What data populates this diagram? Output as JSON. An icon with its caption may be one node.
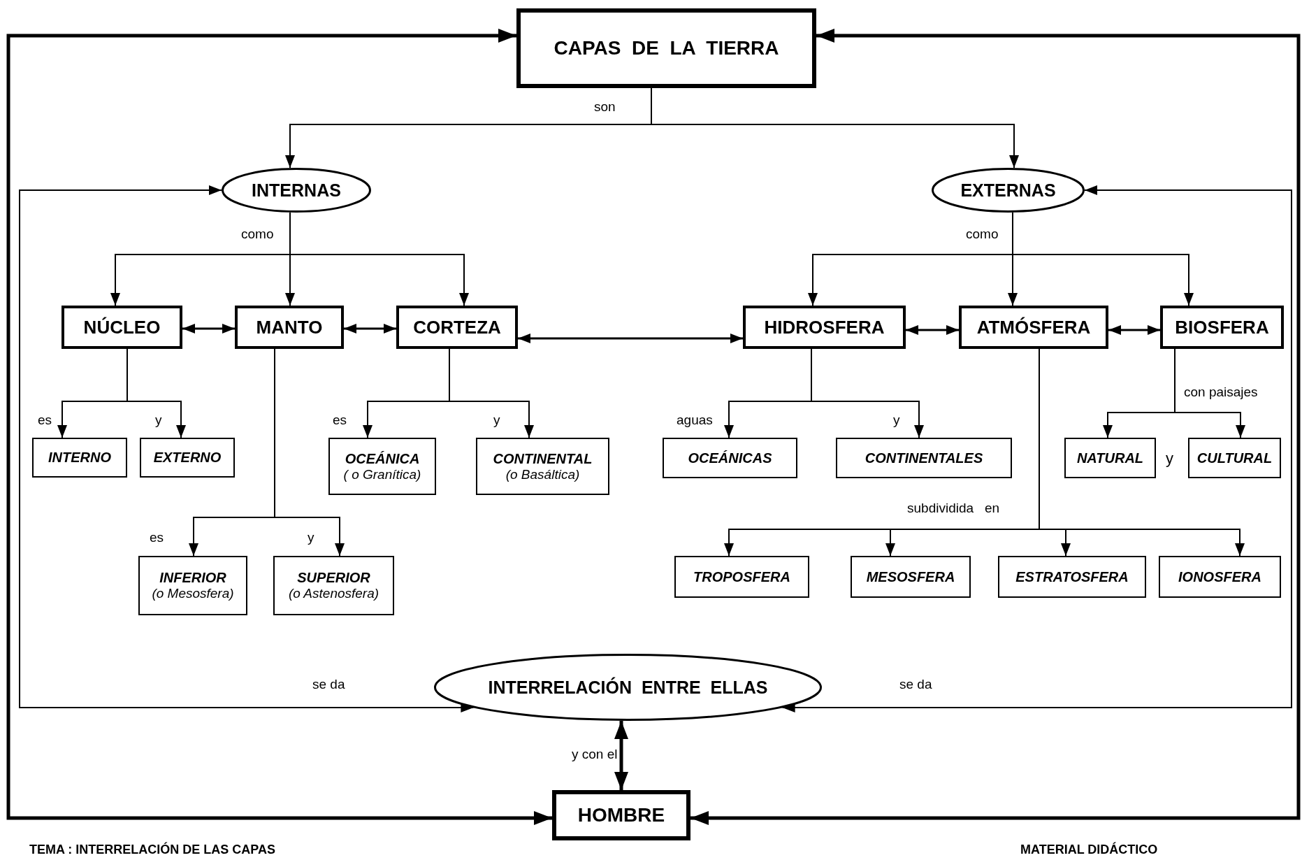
{
  "diagram": {
    "nodes": [
      {
        "text": [
          "CAPAS  DE  LA  TIERRA"
        ]
      },
      {
        "text": [
          "INTERNAS"
        ]
      },
      {
        "text": [
          "EXTERNAS"
        ]
      },
      {
        "text": [
          "NÚCLEO"
        ]
      },
      {
        "text": [
          "MANTO"
        ]
      },
      {
        "text": [
          "CORTEZA"
        ]
      },
      {
        "text": [
          "HIDROSFERA"
        ]
      },
      {
        "text": [
          "ATMÓSFERA"
        ]
      },
      {
        "text": [
          "BIOSFERA"
        ]
      },
      {
        "text": [
          "INTERNO"
        ]
      },
      {
        "text": [
          "EXTERNO"
        ]
      },
      {
        "text": [
          "OCEÁNICA",
          "( o Granítica)"
        ]
      },
      {
        "text": [
          "CONTINENTAL",
          "(o Basáltica)"
        ]
      },
      {
        "text": [
          "OCEÁNICAS"
        ]
      },
      {
        "text": [
          "CONTINENTALES"
        ]
      },
      {
        "text": [
          "NATURAL"
        ]
      },
      {
        "text": [
          "CULTURAL"
        ]
      },
      {
        "text": [
          "INFERIOR",
          "(o Mesosfera)"
        ]
      },
      {
        "text": [
          "SUPERIOR",
          "(o Astenosfera)"
        ]
      },
      {
        "text": [
          "TROPOSFERA"
        ]
      },
      {
        "text": [
          "MESOSFERA"
        ]
      },
      {
        "text": [
          "ESTRATOSFERA"
        ]
      },
      {
        "text": [
          "IONOSFERA"
        ]
      },
      {
        "text": [
          "INTERRELACIÓN  ENTRE  ELLAS"
        ]
      },
      {
        "text": [
          "HOMBRE"
        ]
      }
    ],
    "edges": [
      {
        "from": 0,
        "to": 1,
        "arrow": "to",
        "label": "son"
      },
      {
        "from": 0,
        "to": 2,
        "arrow": "to"
      },
      {
        "from": 1,
        "to": 3,
        "arrow": "to",
        "label": "como"
      },
      {
        "from": 1,
        "to": 4,
        "arrow": "to"
      },
      {
        "from": 1,
        "to": 5,
        "arrow": "to"
      },
      {
        "from": 2,
        "to": 6,
        "arrow": "to",
        "label": "como"
      },
      {
        "from": 2,
        "to": 7,
        "arrow": "to"
      },
      {
        "from": 2,
        "to": 8,
        "arrow": "to"
      },
      {
        "from": 3,
        "to": 4,
        "arrow": "both"
      },
      {
        "from": 4,
        "to": 5,
        "arrow": "both"
      },
      {
        "from": 5,
        "to": 6,
        "arrow": "both"
      },
      {
        "from": 6,
        "to": 7,
        "arrow": "both"
      },
      {
        "from": 7,
        "to": 8,
        "arrow": "both"
      },
      {
        "from": 3,
        "to": 9,
        "arrow": "to",
        "label": "es"
      },
      {
        "from": 3,
        "to": 10,
        "arrow": "to",
        "label": "y"
      },
      {
        "from": 5,
        "to": 11,
        "arrow": "to",
        "label": "es"
      },
      {
        "from": 5,
        "to": 12,
        "arrow": "to",
        "label": "y"
      },
      {
        "from": 4,
        "to": 17,
        "arrow": "to",
        "label": "es"
      },
      {
        "from": 4,
        "to": 18,
        "arrow": "to",
        "label": "y"
      },
      {
        "from": 6,
        "to": 13,
        "arrow": "to",
        "label": "aguas"
      },
      {
        "from": 6,
        "to": 14,
        "arrow": "to",
        "label": "y"
      },
      {
        "from": 8,
        "to": 15,
        "arrow": "to",
        "label": "con paisajes"
      },
      {
        "from": 8,
        "to": 16,
        "arrow": "to"
      },
      {
        "from": 7,
        "to": 19,
        "arrow": "to",
        "label": "subdividida   en"
      },
      {
        "from": 7,
        "to": 20,
        "arrow": "to"
      },
      {
        "from": 7,
        "to": 21,
        "arrow": "to"
      },
      {
        "from": 7,
        "to": 22,
        "arrow": "to"
      },
      {
        "from": 1,
        "to": 23,
        "arrow": "both",
        "label": "se da"
      },
      {
        "from": 2,
        "to": 23,
        "arrow": "both",
        "label": "se da"
      },
      {
        "from": 23,
        "to": 24,
        "arrow": "both",
        "label": "y con el",
        "style": "thick"
      },
      {
        "from": 0,
        "to": 24,
        "arrow": "both",
        "style": "thick"
      },
      {
        "from": 0,
        "to": 24,
        "arrow": "both",
        "style": "thick"
      }
    ],
    "labels": [
      "y",
      "TEMA : INTERRELACIÓN DE LAS CAPAS",
      "MATERIAL DIDÁCTICO"
    ]
  }
}
